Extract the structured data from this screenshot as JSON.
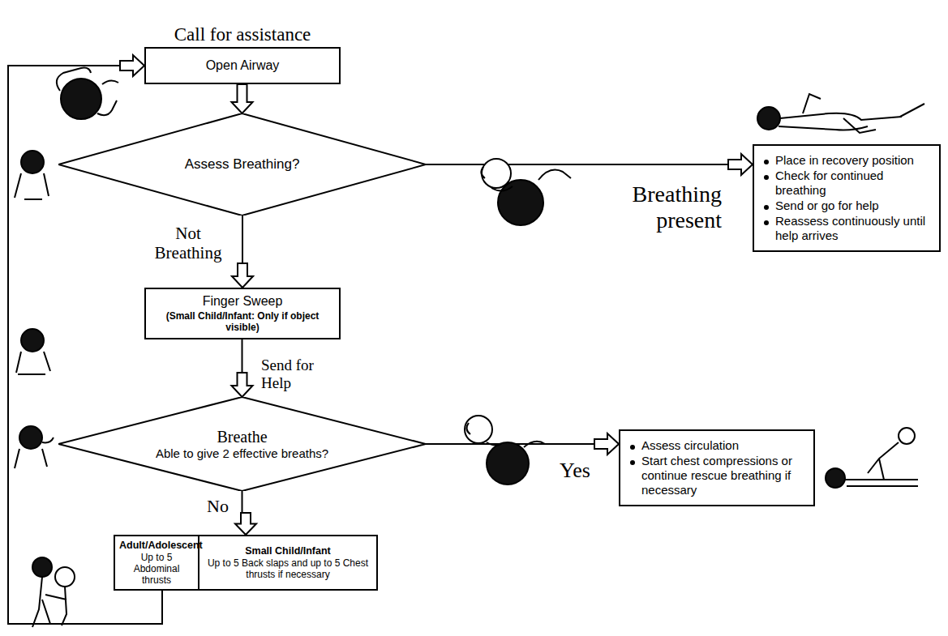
{
  "diagram": {
    "nodes": [
      {
        "text": [
          "Call for assistance",
          "Open Airway"
        ]
      },
      {
        "text": [
          "Assess Breathing?"
        ]
      },
      {
        "text": [
          "Place in recovery position",
          "Check for continued breathing",
          "Send or go for help",
          "Reassess continuously until help arrives"
        ]
      },
      {
        "text": [
          "Finger Sweep",
          "(Small Child/Infant: Only if object visible)"
        ]
      },
      {
        "text": [
          "Breathe",
          "Able to give 2 effective breaths?"
        ]
      },
      {
        "text": [
          "Assess circulation",
          "Start chest compressions or continue rescue breathing if necessary"
        ]
      },
      {
        "text": [
          "Adult/Adolescent",
          "Up to 5 Abdominal thrusts",
          "Small Child/Infant",
          "Up to 5 Back slaps and up to 5 Chest thrusts if necessary"
        ]
      }
    ],
    "edges": [
      {
        "from": 0,
        "to": 1,
        "arrow": "to"
      },
      {
        "from": 1,
        "to": 2,
        "arrow": "to",
        "label": "Breathing present"
      },
      {
        "from": 1,
        "to": 3,
        "arrow": "to",
        "label": "Not Breathing"
      },
      {
        "from": 3,
        "to": 4,
        "arrow": "to",
        "label": "Send for Help"
      },
      {
        "from": 4,
        "to": 5,
        "arrow": "to",
        "label": "Yes"
      },
      {
        "from": 4,
        "to": 6,
        "arrow": "to",
        "label": "No"
      },
      {
        "from": 6,
        "to": 0,
        "arrow": "to"
      }
    ]
  }
}
